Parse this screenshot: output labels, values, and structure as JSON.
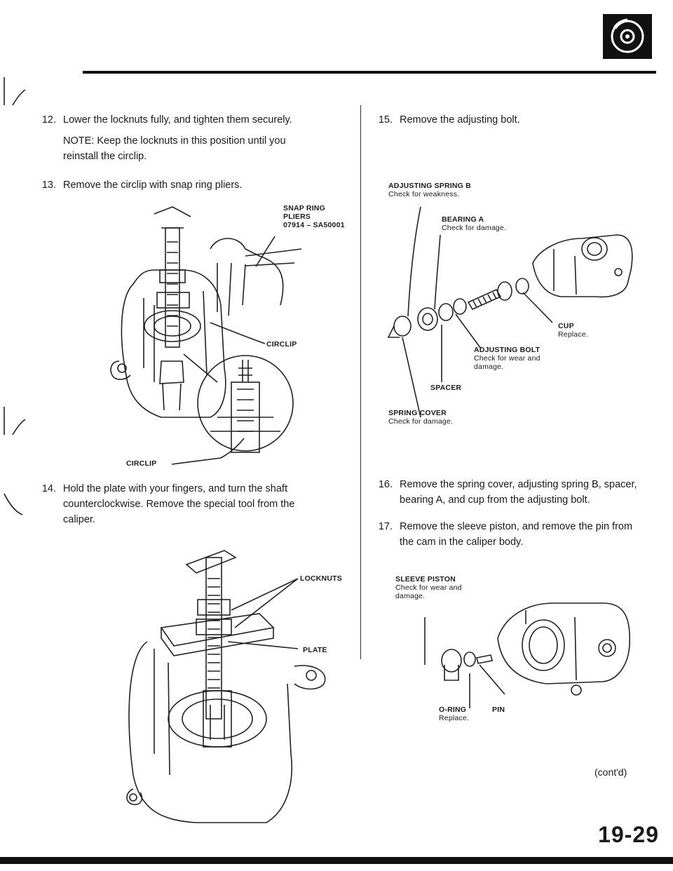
{
  "header": {
    "icon": "brake-disc-icon"
  },
  "left": {
    "step12": {
      "num": "12.",
      "text": "Lower the locknuts fully, and tighten them securely."
    },
    "note12": {
      "line1": "NOTE: Keep the locknuts in this position until you",
      "line2": "reinstall the circlip."
    },
    "step13": {
      "num": "13.",
      "text": "Remove the circlip with snap ring pliers."
    },
    "fig1": {
      "label_pliers_1": "SNAP RING",
      "label_pliers_2": "PLIERS",
      "label_pliers_3": "07914 – SA50001",
      "label_circlip_a": "CIRCLIP",
      "label_circlip_b": "CIRCLIP"
    },
    "step14": {
      "num": "14.",
      "line1": "Hold the plate with your fingers, and turn the shaft",
      "line2": "counterclockwise. Remove the special tool from the",
      "line3": "caliper."
    },
    "fig2": {
      "label_locknuts": "LOCKNUTS",
      "label_plate": "PLATE"
    }
  },
  "right": {
    "step15": {
      "num": "15.",
      "text": "Remove the adjusting bolt."
    },
    "fig3": {
      "spring_b": "ADJUSTING SPRING B",
      "spring_b_note": "Check for weakness.",
      "bearing_a": "BEARING A",
      "bearing_a_note": "Check for damage.",
      "cup": "CUP",
      "cup_note": "Replace.",
      "bolt": "ADJUSTING BOLT",
      "bolt_note_1": "Check for wear and",
      "bolt_note_2": "damage.",
      "spacer": "SPACER",
      "cover": "SPRING COVER",
      "cover_note": "Check for damage."
    },
    "step16": {
      "num": "16.",
      "line1": "Remove the spring cover, adjusting spring B, spacer,",
      "line2": "bearing A, and cup from the adjusting bolt."
    },
    "step17": {
      "num": "17.",
      "line1": "Remove the sleeve piston, and remove the pin from",
      "line2": "the cam in the caliper body."
    },
    "fig4": {
      "piston": "SLEEVE PISTON",
      "piston_note_1": "Check for wear and",
      "piston_note_2": "damage.",
      "oring": "O-RING",
      "oring_note": "Replace.",
      "pin": "PIN"
    },
    "contd": "(cont'd)"
  },
  "footer": {
    "page_number": "19-29"
  }
}
